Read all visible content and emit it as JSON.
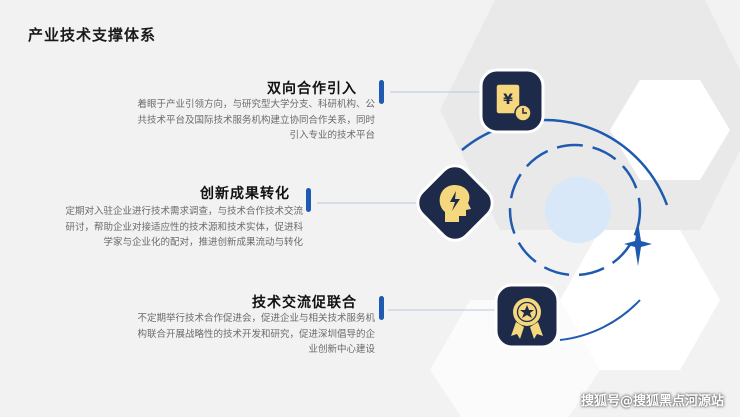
{
  "page": {
    "title": "产业技术支撑体系"
  },
  "items": [
    {
      "title": "双向合作引入",
      "desc": [
        "着眼于产业引领方向，与研究型大学分支、科研机构、公",
        "共技术平台及国际技术服务机构建立协同合作关系，同时",
        "引入专业的技术平台"
      ],
      "icon": "yen-document-clock-icon"
    },
    {
      "title": "创新成果转化",
      "desc": [
        "定期对入驻企业进行技术需求调查，与技术合作技术交流",
        "研讨，帮助企业对接适应性的技术源和技术实体，促进科",
        "学家与企业化的配对，推进创新成果流动与转化"
      ],
      "icon": "head-lightning-icon"
    },
    {
      "title": "技术交流促联合",
      "desc": [
        "不定期举行技术合作促进会，促进企业与相关技术服务机",
        "构联合开展战略性的技术开发和研究，促进深圳倡导的企",
        "业创新中心建设"
      ],
      "icon": "award-star-badge-icon"
    }
  ],
  "watermark": "搜狐号@搜狐黑点河源站",
  "colors": {
    "background": "#f2f2f2",
    "navy": "#1e2a4a",
    "accent_blue": "#1e5bb0",
    "icon_yellow": "#f5d77e",
    "light_blue_circle": "#d8e8f8",
    "hexagon_white": "#ffffff"
  }
}
